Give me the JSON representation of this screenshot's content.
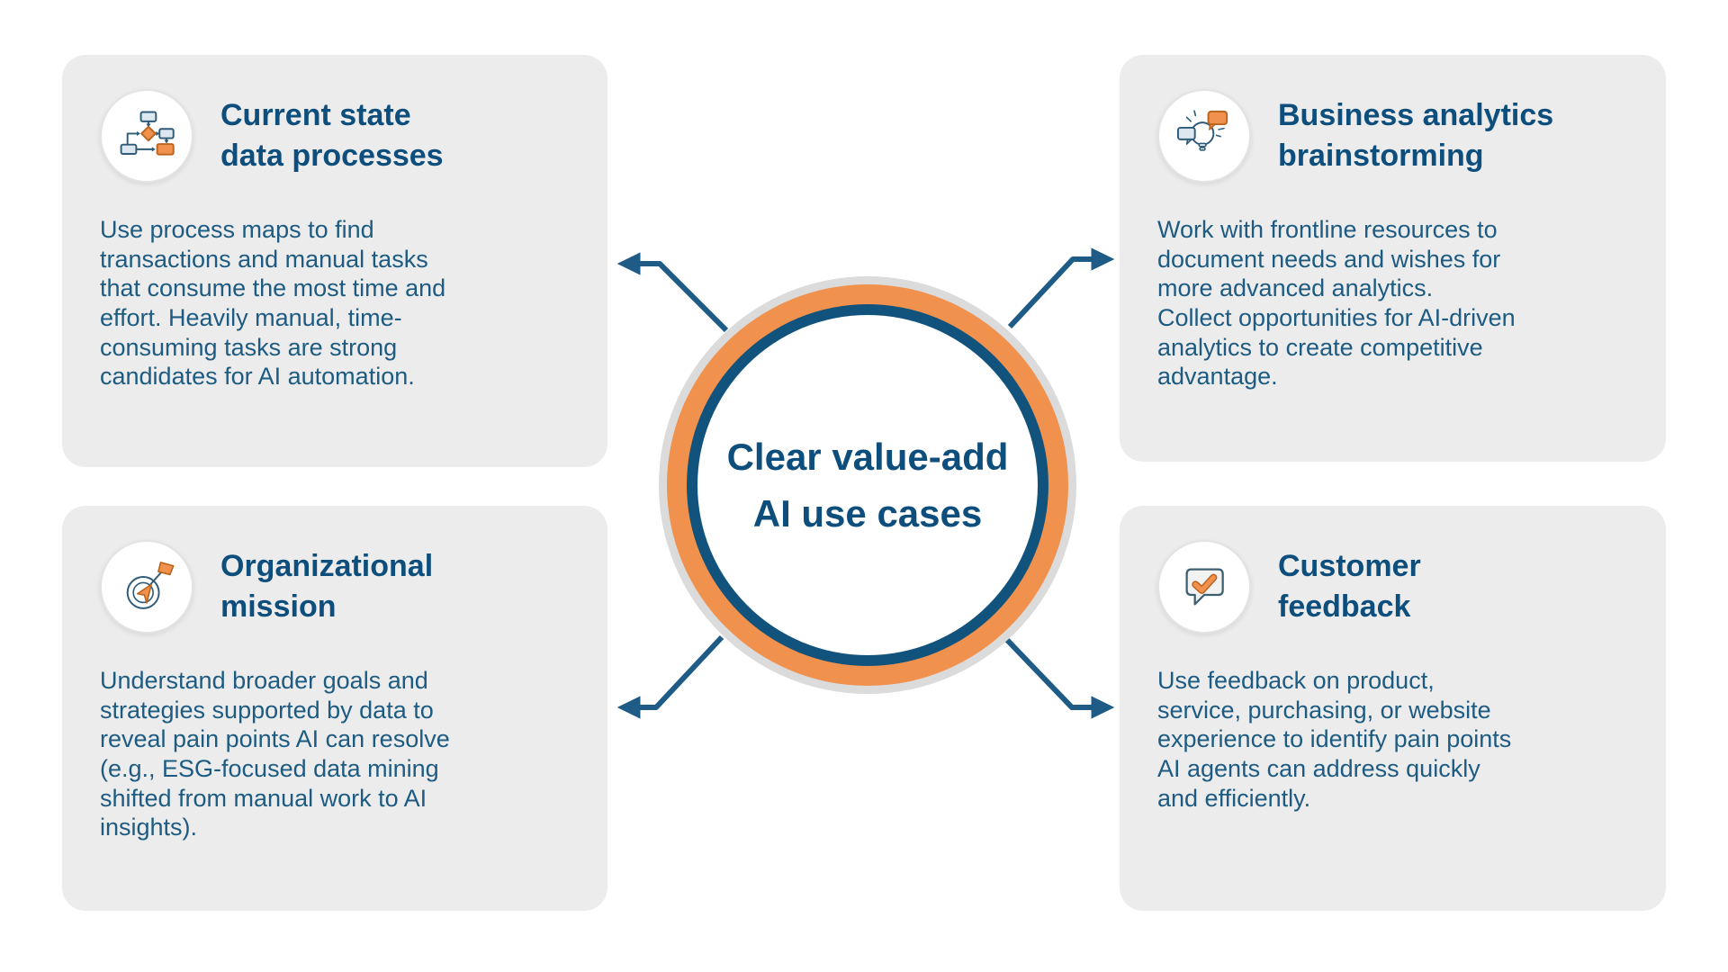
{
  "page": {
    "background": "#FFFFFF"
  },
  "colors": {
    "accent_orange": "#F0914E",
    "accent_orange_outline": "#B9641F",
    "ring_blue": "#11537C",
    "ring_gray": "#DBDBDB",
    "arrow_blue": "#1E5B86",
    "heading_text": "#0D4E7C",
    "body_text": "#1D5B82",
    "card_background": "#ECECEC",
    "icon_line_blue": "#2E5B79",
    "icon_fill_light": "#DCE7EF"
  },
  "center_circle": {
    "label": "Clear value-add\nAI use cases"
  },
  "cards": [
    {
      "icon": "flowchart-icon",
      "title": "Current state\ndata processes",
      "body": "Use process maps to find\ntransactions and manual tasks\nthat consume the most time and\neffort. Heavily manual, time-\nconsuming tasks are strong\ncandidates for AI automation."
    },
    {
      "icon": "lightbulb-brainstorm-icon",
      "title": "Business analytics\nbrainstorming",
      "body": "Work with frontline resources to\ndocument needs and wishes for\nmore advanced analytics.\nCollect opportunities for AI-driven\nanalytics to create competitive\nadvantage."
    },
    {
      "icon": "target-flag-icon",
      "title": "Organizational\nmission",
      "body": "Understand broader goals and\nstrategies supported by data to\nreveal pain points AI can resolve\n(e.g., ESG-focused data mining\nshifted from manual work to AI\ninsights)."
    },
    {
      "icon": "speech-bubble-check-icon",
      "title": "Customer\nfeedback",
      "body": "Use feedback on product,\nservice, purchasing, or website\nexperience to identify pain points\nAI agents can address quickly\nand efficiently."
    }
  ]
}
